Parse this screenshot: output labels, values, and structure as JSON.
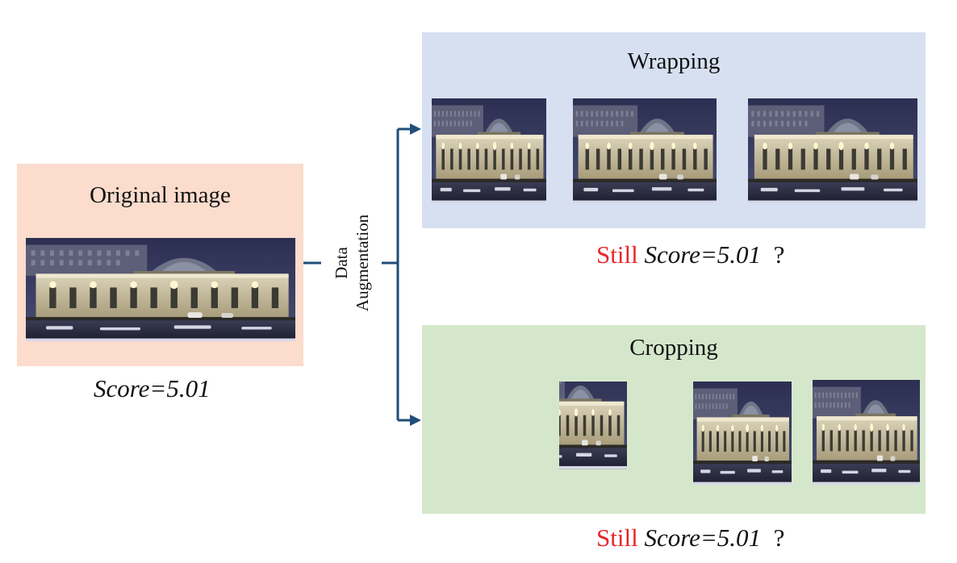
{
  "original": {
    "title": "Original image",
    "score": "Score=5.01"
  },
  "augmentation": {
    "line1": "Data",
    "line2": "Augmentation"
  },
  "wrapping": {
    "title": "Wrapping",
    "still": "Still",
    "score": "Score=5.01",
    "question": "?"
  },
  "cropping": {
    "title": "Cropping",
    "still": "Still",
    "score": "Score=5.01",
    "question": "?"
  },
  "colors": {
    "original_bg": "#fbdccd",
    "wrapping_bg": "#d7e0f1",
    "cropping_bg": "#d5e7cb",
    "arrow": "#1f4e79",
    "still_text": "#e8262a"
  }
}
